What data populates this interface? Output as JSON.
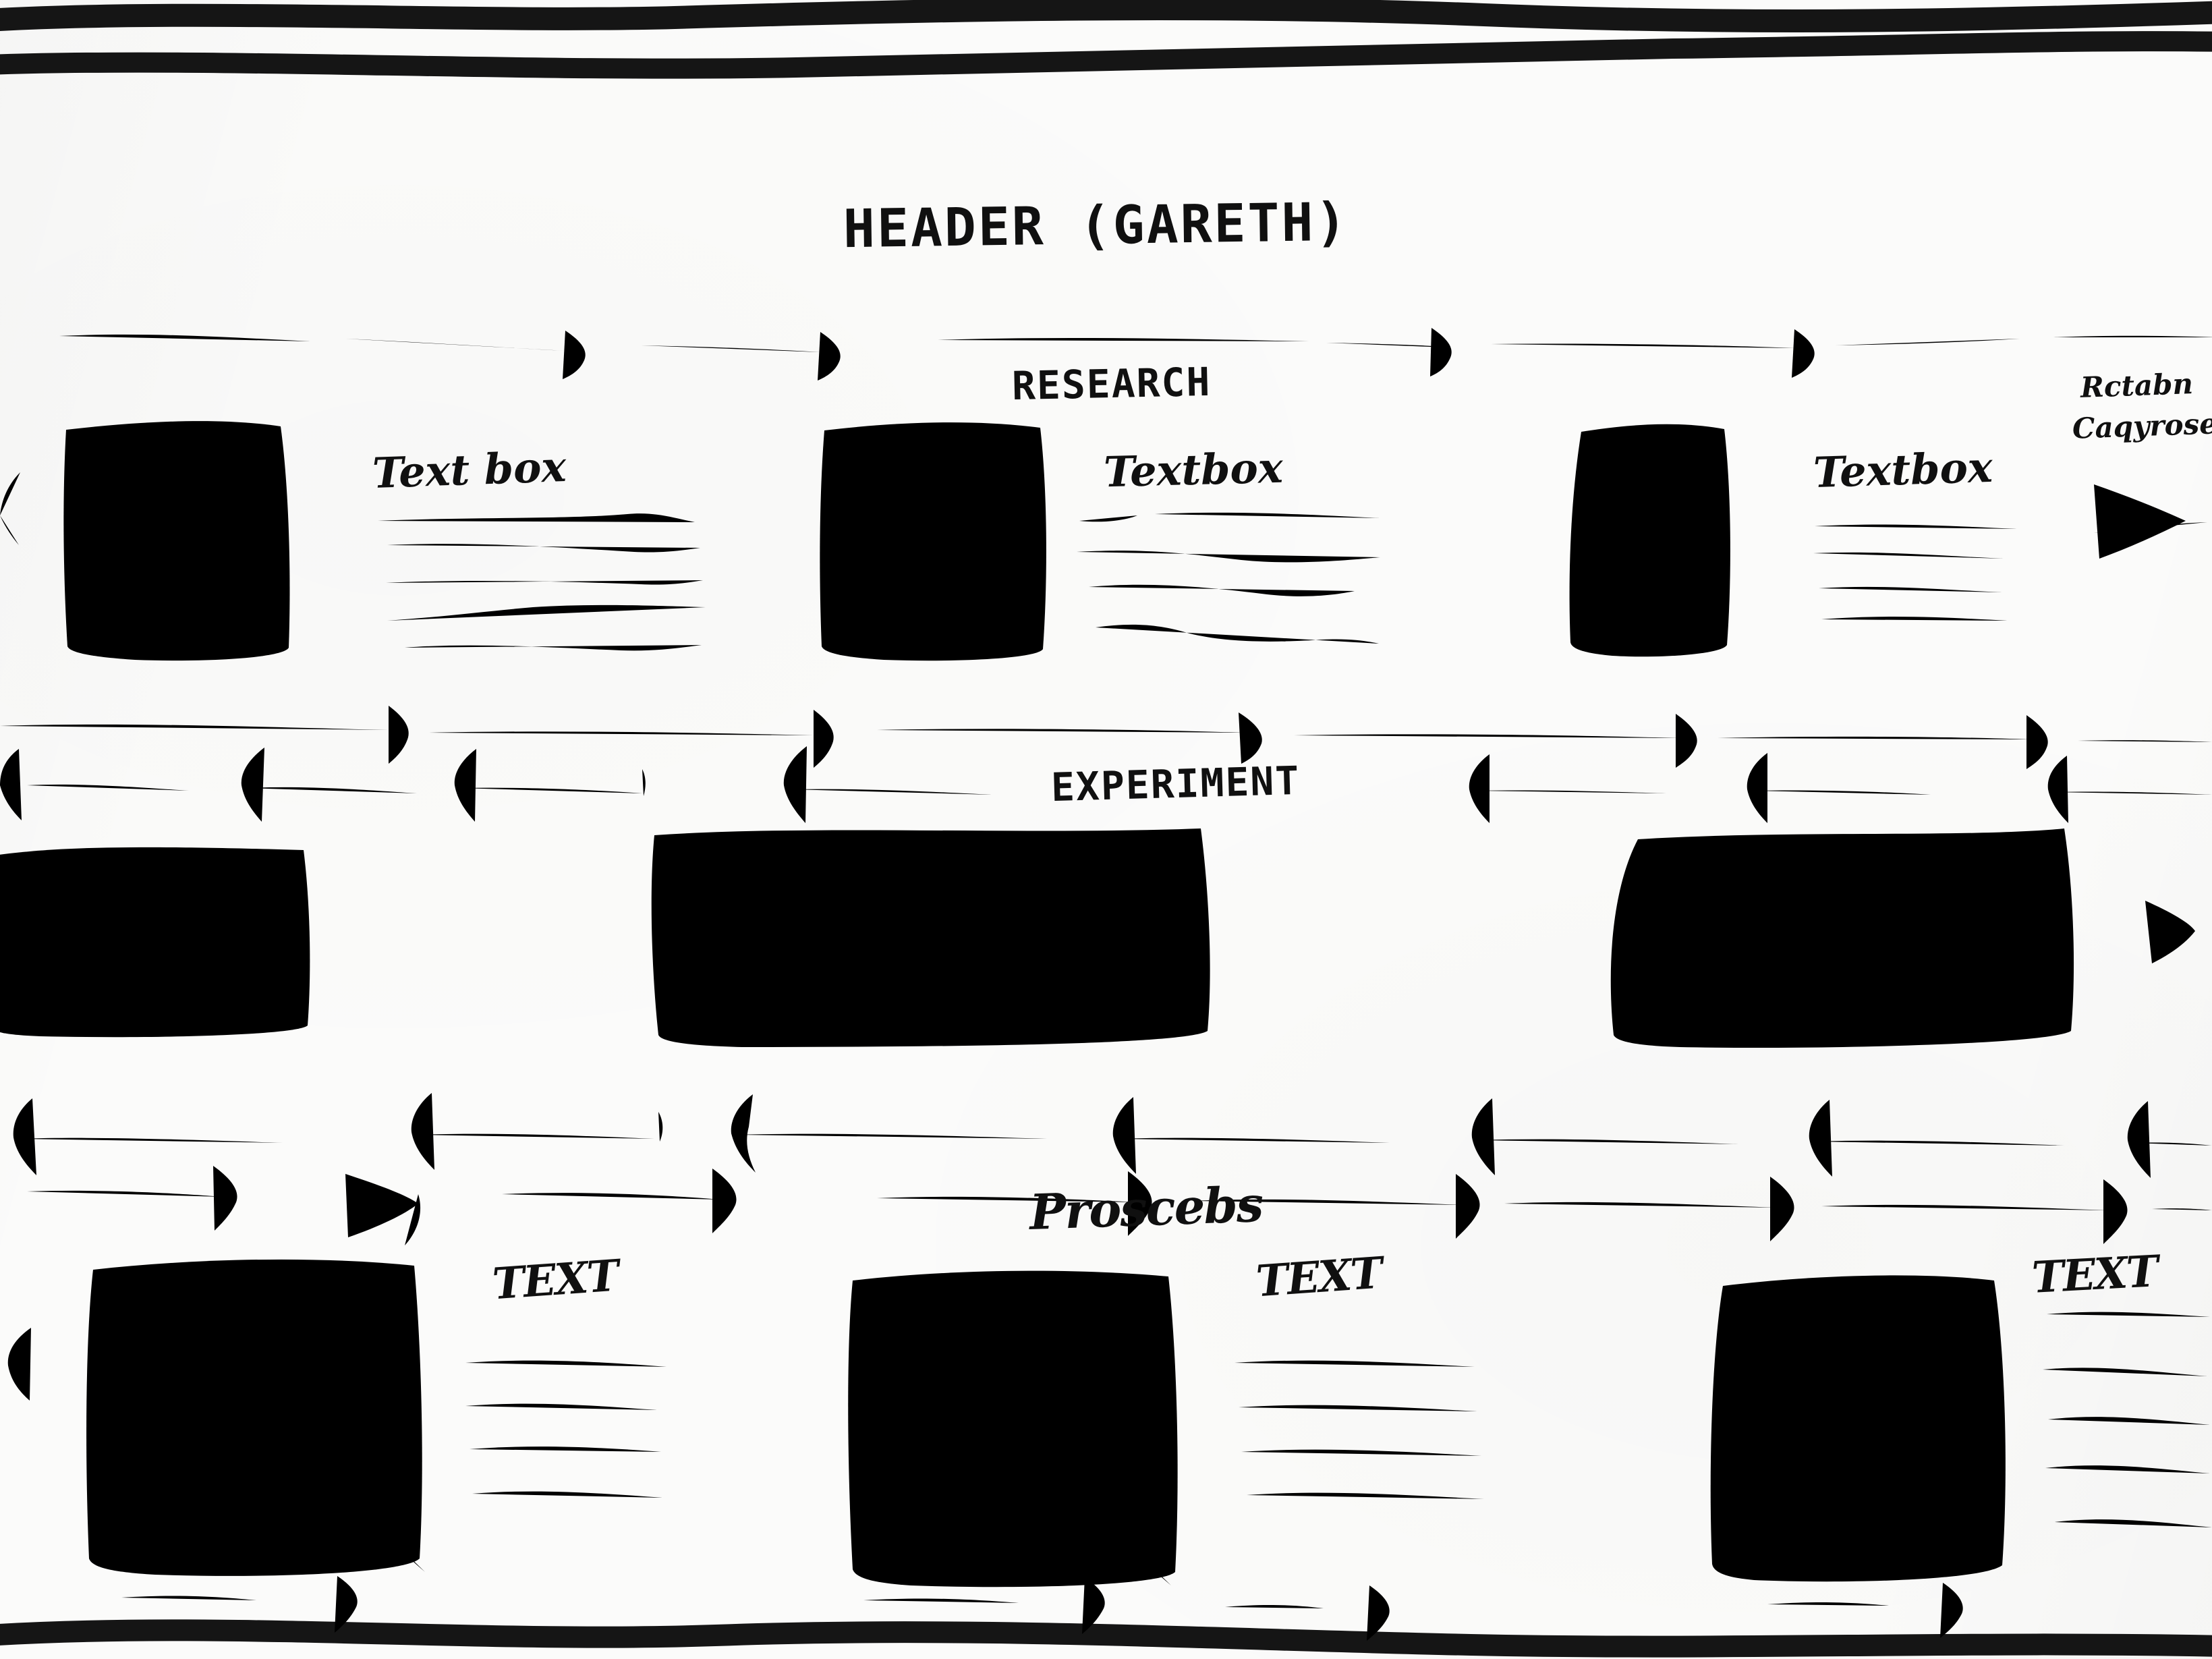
{
  "board": {
    "kind": "hand-drawn-wireframe-sketch",
    "medium": "whiteboard-marker",
    "ink_color": "#111111",
    "surface_color": "#fbfbfa"
  },
  "header": {
    "title": "HEADER (GARETH)"
  },
  "sections": [
    {
      "id": "research",
      "label": "RESEARCH"
    },
    {
      "id": "experiment",
      "label": "EXPERIMENT"
    },
    {
      "id": "process",
      "label": "Proscebs"
    }
  ],
  "edge_note": {
    "line1": "Rctabn",
    "line2": "Caqyrose"
  },
  "rows": [
    {
      "id": "row-research",
      "section_label": "RESEARCH",
      "cards": [
        {
          "id": "r1-c0",
          "image": "x-box",
          "label": "",
          "lines": 0,
          "clipped": true
        },
        {
          "id": "r1-c1",
          "image": "x-box",
          "label": "Text box",
          "lines": 5
        },
        {
          "id": "r1-c2",
          "image": "x-box",
          "label": "Textbox",
          "lines": 5
        },
        {
          "id": "r1-c3",
          "image": "x-box",
          "label": "Textbox",
          "lines": 4
        }
      ]
    },
    {
      "id": "row-experiment",
      "section_label": "EXPERIMENT",
      "cards": [
        {
          "id": "r2-c0",
          "image": "x-box",
          "label": "",
          "lines": 0,
          "clipped": true
        },
        {
          "id": "r2-c1",
          "image": "x-box",
          "label": "",
          "lines": 0
        },
        {
          "id": "r2-c2",
          "image": "x-box",
          "label": "",
          "lines": 0
        }
      ]
    },
    {
      "id": "row-process",
      "section_label": "Proscebs",
      "cards": [
        {
          "id": "r3-c0",
          "image": "x-box",
          "label": "TEXT",
          "lines": 4
        },
        {
          "id": "r3-c1",
          "image": "x-box",
          "label": "TEXT",
          "lines": 4
        },
        {
          "id": "r3-c2",
          "image": "empty-box",
          "label": "TEXT",
          "lines": 4
        }
      ]
    }
  ],
  "labels": {
    "textbox_1": "Text box",
    "textbox_2": "Textbox",
    "textbox_3": "Textbox",
    "text_1": "TEXT",
    "text_2": "TEXT",
    "text_3": "TEXT"
  },
  "connectors": {
    "right_arrow_rows": 5,
    "left_arrow_rows": 3,
    "arrow_head_style": "open-chevron",
    "bold_arrow_heads": 2
  }
}
